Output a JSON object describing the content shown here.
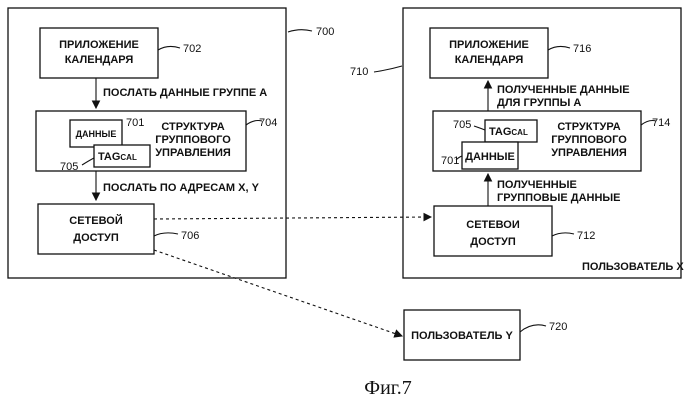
{
  "left": {
    "ref": "700",
    "app_line1": "ПРИЛОЖЕНИЕ",
    "app_line2": "КАЛЕНДАРЯ",
    "app_ref": "702",
    "send_group": "ПОСЛАТЬ ДАННЫЕ ГРУППЕ А",
    "struct_line1": "СТРУКТУРА",
    "struct_line2": "ГРУППОВОГО",
    "struct_line3": "УПРАВЛЕНИЯ",
    "struct_ref": "704",
    "data_label": "ДАННЫЕ",
    "data_ref": "701",
    "tag_main": "TAG",
    "tag_sub": "CAL",
    "tag_ref": "705",
    "send_addr": "ПОСЛАТЬ ПО АДРЕСАМ Х, Y",
    "net_line1": "СЕТЕВОЙ",
    "net_line2": "ДОСТУП",
    "net_ref": "706"
  },
  "right": {
    "ref": "710",
    "app_line1": "ПРИЛОЖЕНИЕ",
    "app_line2": "КАЛЕНДАРЯ",
    "app_ref": "716",
    "recv_line1": "ПОЛУЧЕННЫЕ ДАННЫЕ",
    "recv_line2": "ДЛЯ ГРУППЫ А",
    "struct_line1": "СТРУКТУРА",
    "struct_line2": "ГРУППОВОГО",
    "struct_line3": "УПРАВЛЕНИЯ",
    "struct_ref": "714",
    "tag_main": "TAG",
    "tag_sub": "CAL",
    "tag_ref": "705",
    "data_label": "ДАННЫЕ",
    "data_ref": "701",
    "recv_grp_line1": "ПОЛУЧЕННЫЕ",
    "recv_grp_line2": "ГРУППОВЫЕ ДАННЫЕ",
    "net_line1": "СЕТЕВОИ",
    "net_line2": "ДОСТУП",
    "net_ref": "712",
    "user_label": "ПОЛЬЗОВАТЕЛЬ Х"
  },
  "user_y": {
    "label": "ПОЛЬЗОВАТЕЛЬ Y",
    "ref": "720"
  },
  "caption": "Фиг.7"
}
